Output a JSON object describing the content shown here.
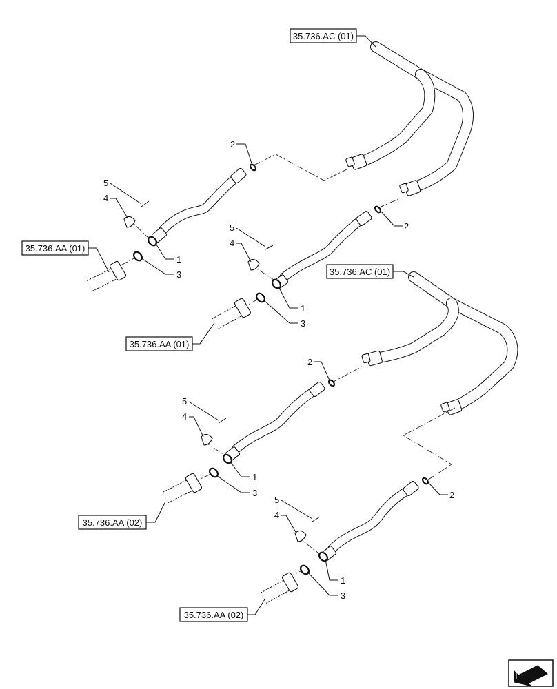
{
  "references": {
    "ac_top": "35.736.AC (01)",
    "ac_mid": "35.736.AC (01)",
    "aa_01_left": "35.736.AA (01)",
    "aa_01_mid": "35.736.AA (01)",
    "aa_02_left": "35.736.AA (02)",
    "aa_02_bottom": "35.736.AA (02)"
  },
  "callouts": {
    "hose": "1",
    "o_ring_small": "2",
    "o_ring_flange": "3",
    "clamp_half": "4",
    "bolt": "5"
  },
  "icons": {
    "nav": "navigation-arrow-icon"
  }
}
